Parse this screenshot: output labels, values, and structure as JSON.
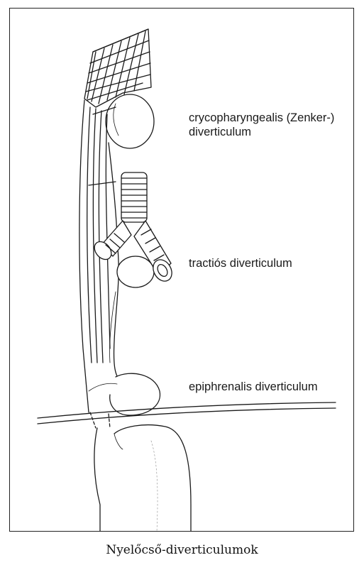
{
  "labels": {
    "zenker_line1": "crycopharyngealis (Zenker-)",
    "zenker_line2": "diverticulum",
    "traction": "tractiós diverticulum",
    "epiphrenic": "epiphrenalis diverticulum"
  },
  "caption": "Nyelőcső-diverticulumok"
}
